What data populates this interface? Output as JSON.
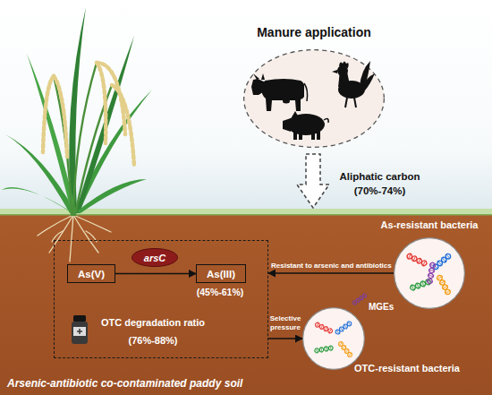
{
  "diagram": {
    "nodes": [
      {
        "text": [
          "Manure application"
        ]
      },
      {
        "text": [
          "As-resistant bacteria"
        ]
      },
      {
        "text": [
          "OTC degradation ratio (76%-88%)"
        ]
      },
      {
        "text": [
          "As(V)"
        ],
        "in": 2
      },
      {
        "text": [
          "arsC"
        ],
        "in": 2
      },
      {
        "text": [
          "As(III)"
        ],
        "in": 2
      },
      {
        "text": [
          "OTC-resistant bacteria"
        ]
      }
    ],
    "edges": [
      {
        "from": 1,
        "to": 2,
        "label": "Resistant to arsenic and antibiotics",
        "arrow": "to"
      },
      {
        "from": 2,
        "to": 6,
        "label": "Selective pressure",
        "arrow": "to"
      },
      {
        "from": 3,
        "to": 5,
        "arrow": "to"
      }
    ],
    "labels": [
      "Aliphatic carbon (70%-74%)",
      "(45%-61%)",
      "MGEs",
      "Arsenic-antibiotic co-contaminated paddy soil"
    ]
  }
}
